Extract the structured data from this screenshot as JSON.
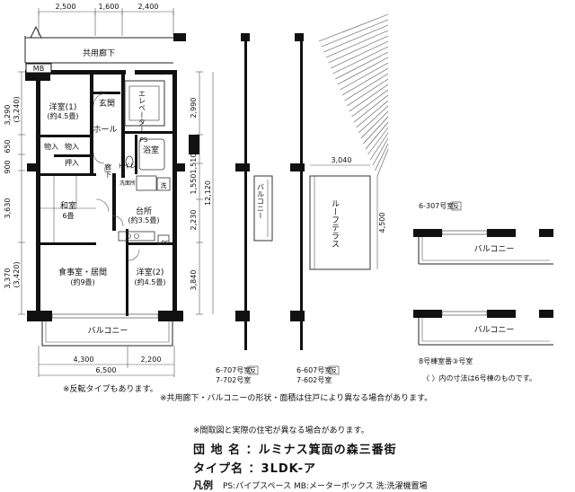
{
  "top_dims": [
    "2,500",
    "1,600",
    "2,400"
  ],
  "corridor_label": "共用廊下",
  "rooms": {
    "mb": "MB",
    "western1_name": "洋室(1)",
    "western1_size": "(約4.5畳)",
    "entrance": "玄関",
    "elevator": "エレベーター",
    "hall": "ホール",
    "closet_a": "物入",
    "closet_b": "物入",
    "shoe": "押入",
    "corridor_in": "廊下",
    "ps1": "PS",
    "bath": "浴室",
    "toilet": "トイレ",
    "washroom": "洗面所",
    "washer": "洗",
    "washitsu_name": "和室",
    "washitsu_size": "6畳",
    "kitchen_name": "台所",
    "kitchen_size": "(約3.5畳)",
    "ps2": "PS",
    "living_name": "食事室・居間",
    "living_size": "(約9畳)",
    "western2_name": "洋室(2)",
    "western2_size": "(約4.5畳)",
    "balcony": "バルコニー"
  },
  "left_dims": [
    "3,290",
    "(3,240)",
    "650",
    "900",
    "3,630",
    "3,370",
    "(3,420)"
  ],
  "mid_dims": [
    "2,990",
    "1,510",
    "1,550",
    "2,230",
    "3,840"
  ],
  "total_dim": "12,120",
  "bottom_dims": [
    "4,300",
    "2,200",
    "6,500"
  ],
  "reverse_note": "※反転タイプもあります。",
  "balcony_side": "バルコニー",
  "roof_terrace": "ルーフテラス",
  "terrace_dims": [
    "3,040",
    "4,500"
  ],
  "variant_labels": {
    "v1_line1": "6-707号室",
    "v1_line2": "7-702号室",
    "v2_line1": "6-607号室",
    "v2_line2": "7-602号室",
    "v3": "6-307号室",
    "v4": "8号棟室番③号室",
    "rev": "反",
    "paren_note": "〈 〉内の寸法は6号棟のものです。"
  },
  "corridor_note": "※共用廊下・バルコニーの形状・面積は住戸により異なる場合があります。",
  "diff_note": "※間取図と実際の住宅が異なる場合があります。",
  "complex_label": "団 地 名 ：ルミナス箕面の森三番街",
  "type_label": "タイプ名 ：3LDK-ア",
  "legend_label": "凡例",
  "legend_items": "PS:パイプスペース  MB:メーターボックス  洗:洗濯機置場"
}
